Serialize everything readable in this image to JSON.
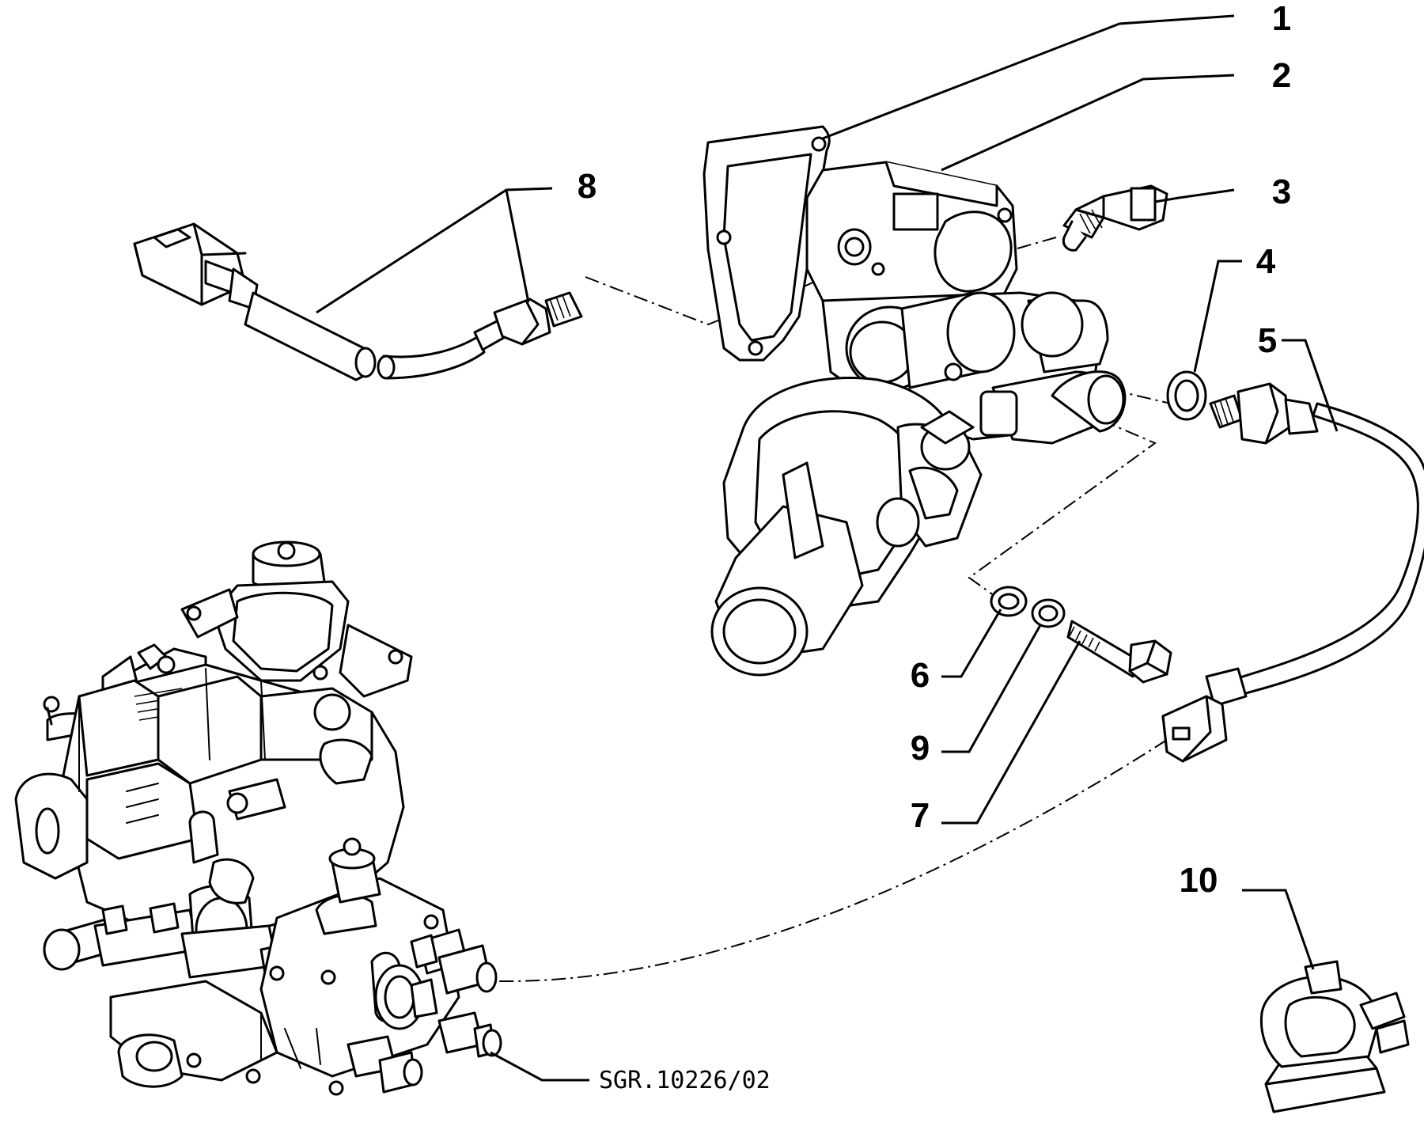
{
  "parts": [
    {
      "id": "1",
      "label": "1"
    },
    {
      "id": "2",
      "label": "2"
    },
    {
      "id": "3",
      "label": "3"
    },
    {
      "id": "4",
      "label": "4"
    },
    {
      "id": "5",
      "label": "5"
    },
    {
      "id": "6",
      "label": "6"
    },
    {
      "id": "7",
      "label": "7"
    },
    {
      "id": "8",
      "label": "8"
    },
    {
      "id": "9",
      "label": "9"
    },
    {
      "id": "10",
      "label": "10"
    }
  ],
  "reference_code": "SGR.10226/02"
}
